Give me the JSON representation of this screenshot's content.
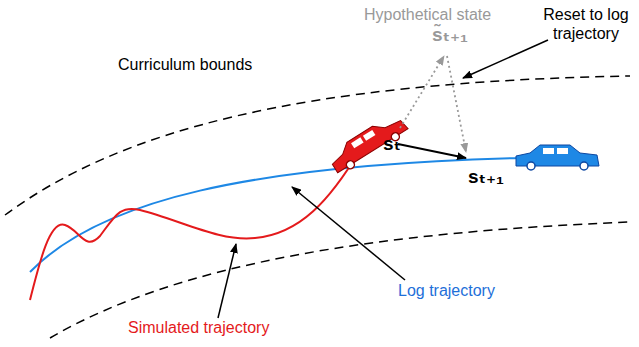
{
  "diagram": {
    "labels": [
      "Hypothetical state",
      "s̃ₜ₊₁",
      "Reset to log trajectory",
      "Curriculum bounds",
      "sₜ",
      "sₜ₊₁",
      "Log trajectory",
      "Simulated trajectory"
    ]
  }
}
